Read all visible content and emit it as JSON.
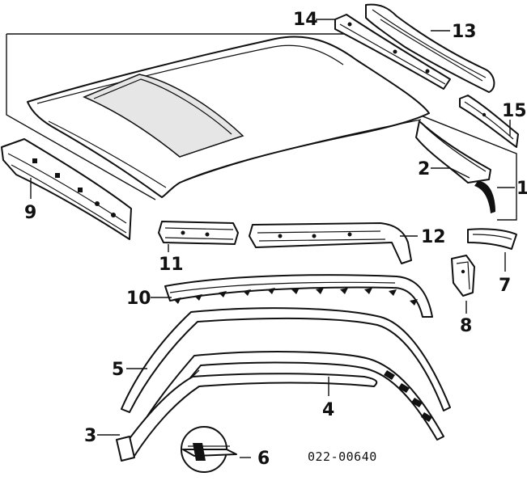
{
  "callouts": {
    "c1": "1",
    "c2": "2",
    "c3": "3",
    "c4": "4",
    "c5": "5",
    "c6": "6",
    "c7": "7",
    "c8": "8",
    "c9": "9",
    "c10": "10",
    "c11": "11",
    "c12": "12",
    "c13": "13",
    "c14": "14",
    "c15": "15"
  },
  "diagram_code": "022-00640",
  "colors": {
    "ink": "#111111",
    "paper": "#ffffff"
  }
}
